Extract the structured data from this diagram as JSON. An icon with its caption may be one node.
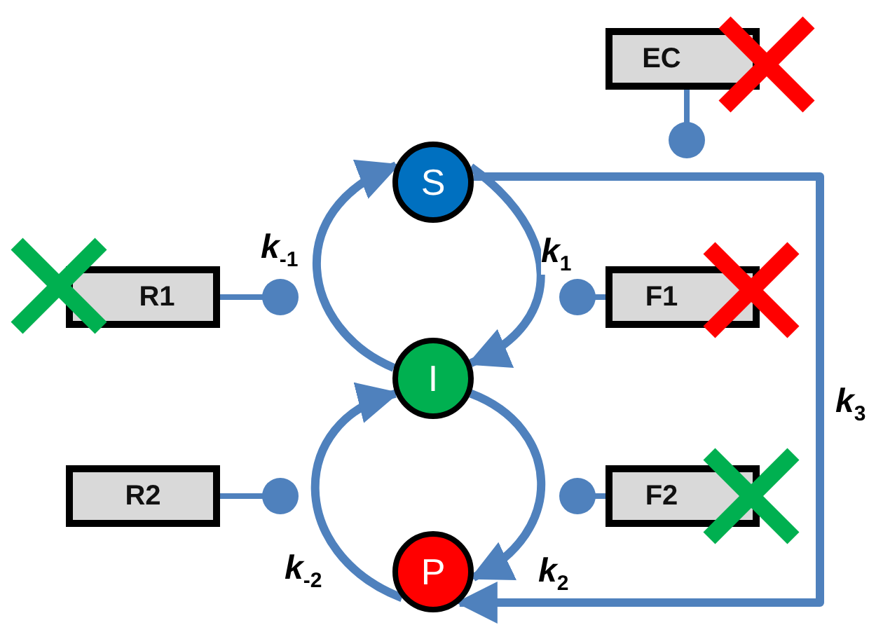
{
  "diagram": {
    "nodes": [
      {
        "text": [
          "S"
        ]
      },
      {
        "text": [
          "I"
        ]
      },
      {
        "text": [
          "P"
        ]
      },
      {
        "text": [
          "EC"
        ]
      },
      {
        "text": [
          "R1"
        ]
      },
      {
        "text": [
          "F1"
        ]
      },
      {
        "text": [
          "R2"
        ]
      },
      {
        "text": [
          "F2"
        ]
      }
    ],
    "edges": [
      {
        "from": 1,
        "to": 0,
        "arrow": "to",
        "label": "k$_{-1}$"
      },
      {
        "from": 0,
        "to": 1,
        "arrow": "to",
        "label": "k$_{1}$"
      },
      {
        "from": 1,
        "to": 2,
        "arrow": "to",
        "label": "k$_{2}$"
      },
      {
        "from": 2,
        "to": 1,
        "arrow": "to",
        "label": "k$_{-2}$"
      },
      {
        "from": 0,
        "to": 2,
        "arrow": "to",
        "label": "k$_{3}$"
      },
      {
        "from": 3,
        "to": null,
        "arrow": "other"
      },
      {
        "from": 4,
        "to": null,
        "arrow": "other"
      },
      {
        "from": 5,
        "to": null,
        "arrow": "other"
      },
      {
        "from": 6,
        "to": null,
        "arrow": "other"
      },
      {
        "from": 7,
        "to": null,
        "arrow": "other"
      }
    ]
  }
}
